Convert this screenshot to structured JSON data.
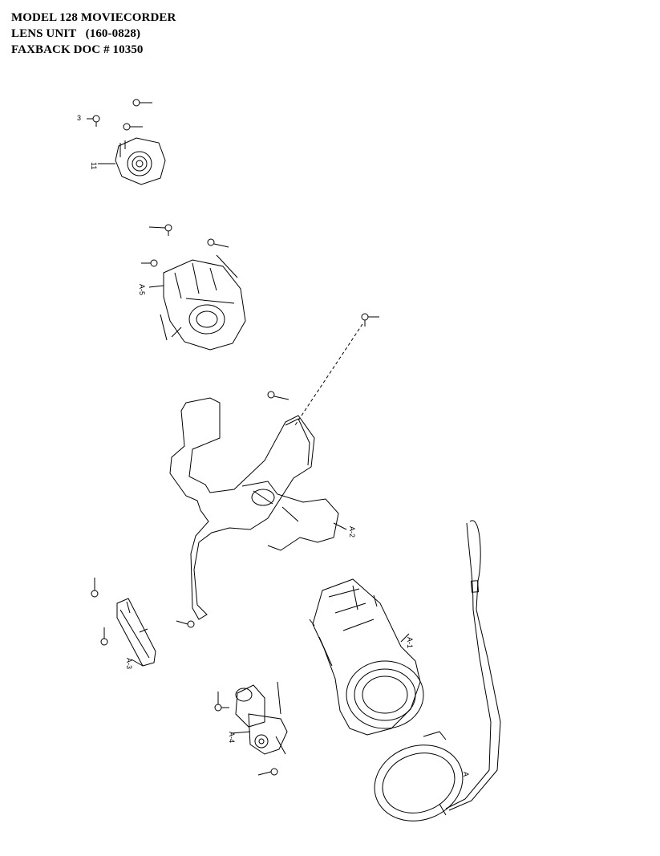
{
  "header": {
    "line1": "MODEL 128 MOVIECORDER",
    "line2": "LENS UNIT   (160-0828)",
    "line3": "FAXBACK DOC # 10350"
  },
  "callouts": {
    "screw": "3",
    "focus_motor": "11",
    "zoom_block": "A-5",
    "motor_bracket": "A-2",
    "sensor_bar": "A-3",
    "zoom_motor": "A-4",
    "lens_barrel": "A-1",
    "lens_cap": "A"
  },
  "icons": {
    "screw": "screw-icon",
    "focus_motor": "focus-motor-part",
    "zoom_block": "zoom-block-part",
    "flex_circuit": "flex-circuit-part",
    "lens_barrel": "lens-barrel-part",
    "lens_cap": "lens-cap-part",
    "strap": "strap-part"
  }
}
